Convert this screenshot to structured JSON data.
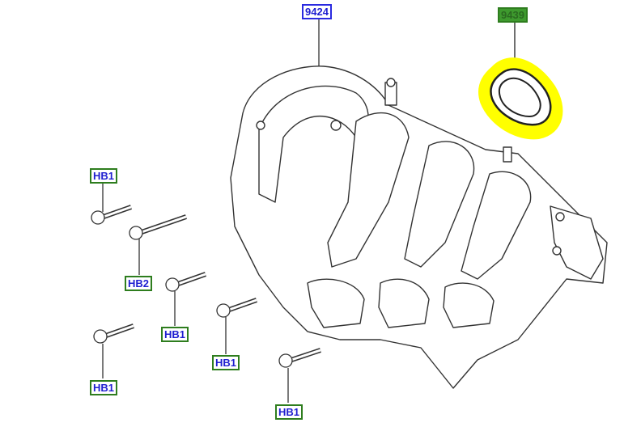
{
  "labels": {
    "manifold": "9424",
    "gasket": "9439",
    "bolt_a": "HB1",
    "bolt_b": "HB2",
    "bolt_c": "HB1",
    "bolt_d": "HB1",
    "bolt_e": "HB1",
    "bolt_f": "HB1"
  },
  "colors": {
    "highlight": "#ffff00",
    "label_blue": "#2a2ae0",
    "label_green": "#2e7d1e"
  }
}
